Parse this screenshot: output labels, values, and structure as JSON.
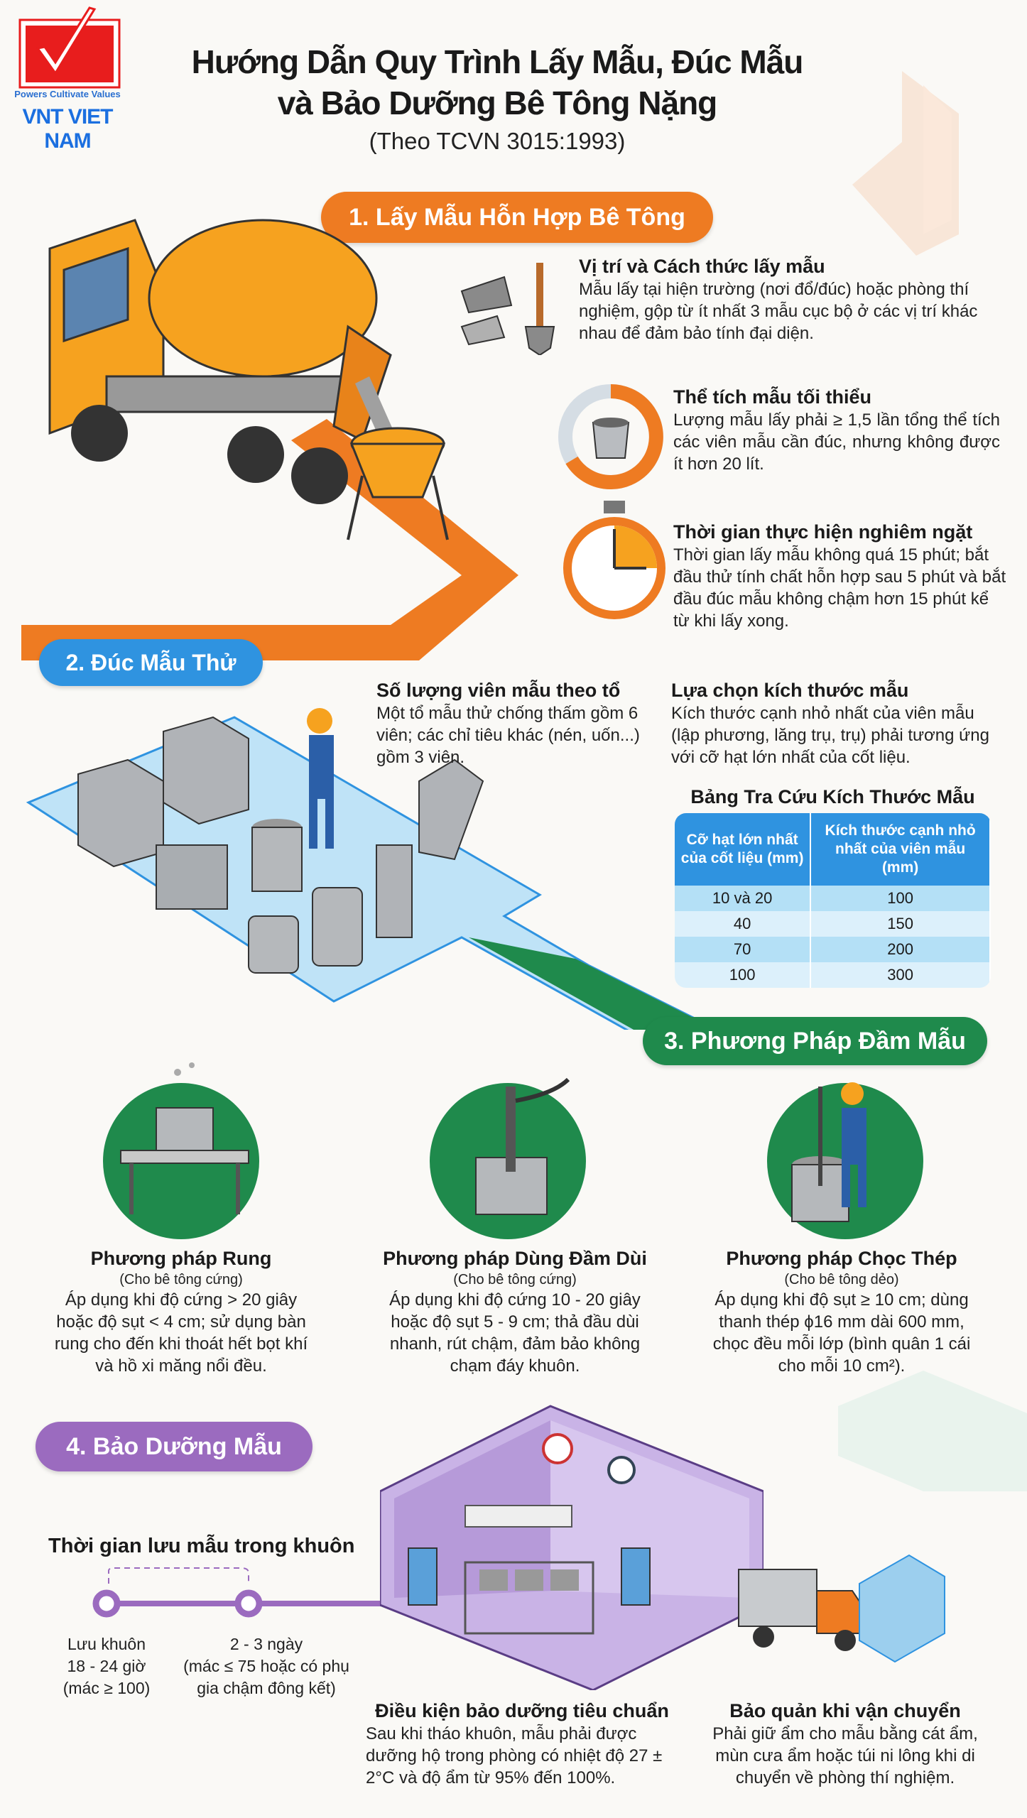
{
  "logo": {
    "tagline": "Powers Cultivate Values",
    "name": "VNT VIET NAM"
  },
  "header": {
    "title_line1": "Hướng Dẫn Quy Trình Lấy Mẫu, Đúc Mẫu",
    "title_line2": "và Bảo Dưỡng Bê Tông Nặng",
    "subtitle": "(Theo TCVN 3015:1993)"
  },
  "colors": {
    "orange": "#ee7b22",
    "blue": "#2f93e0",
    "green": "#1f8a4c",
    "purple": "#9b6bbf"
  },
  "section1": {
    "title": "1. Lấy Mẫu Hỗn Hợp Bê Tông",
    "items": [
      {
        "title": "Vị trí và Cách thức lấy mẫu",
        "body": "Mẫu lấy tại hiện trường (nơi đổ/đúc) hoặc phòng thí nghiệm, gộp từ ít nhất 3 mẫu cục bộ ở các vị trí khác nhau để đảm bảo tính đại diện."
      },
      {
        "title": "Thể tích mẫu tối thiểu",
        "body": "Lượng mẫu lấy phải ≥ 1,5 lần tổng thể tích các viên mẫu cần đúc, nhưng không được ít hơn 20 lít."
      },
      {
        "title": "Thời gian thực hiện nghiêm ngặt",
        "body": "Thời gian lấy mẫu không quá 15 phút; bắt đầu thử tính chất hỗn hợp sau 5 phút và bắt đầu đúc mẫu không chậm hơn 15 phút kể từ khi lấy xong."
      }
    ]
  },
  "section2": {
    "title": "2. Đúc Mẫu Thử",
    "items": [
      {
        "title": "Số lượng viên mẫu theo tổ",
        "body": "Một tổ mẫu thử chống thấm gồm 6 viên; các chỉ tiêu khác (nén, uốn...) gồm 3 viên."
      },
      {
        "title": "Lựa chọn kích thước mẫu",
        "body": "Kích thước cạnh nhỏ nhất của viên mẫu (lập phương, lăng trụ, trụ) phải tương ứng với cỡ hạt lớn nhất của cốt liệu."
      }
    ],
    "table": {
      "title": "Bảng Tra Cứu Kích Thước Mẫu",
      "headers": [
        "Cỡ hạt lớn nhất của cốt liệu (mm)",
        "Kích thước cạnh nhỏ nhất của viên mẫu (mm)"
      ],
      "rows": [
        [
          "10 và 20",
          "100"
        ],
        [
          "40",
          "150"
        ],
        [
          "70",
          "200"
        ],
        [
          "100",
          "300"
        ]
      ]
    }
  },
  "section3": {
    "title": "3. Phương Pháp Đầm Mẫu",
    "methods": [
      {
        "title": "Phương pháp Rung",
        "sub": "(Cho bê tông cứng)",
        "body": "Áp dụng khi độ cứng > 20 giây hoặc độ sụt < 4 cm; sử dụng bàn rung cho đến khi thoát hết bọt khí và hồ xi măng nổi đều."
      },
      {
        "title": "Phương pháp Dùng Đầm Dùi",
        "sub": "(Cho bê tông cứng)",
        "body": "Áp dụng khi độ cứng 10 - 20 giây hoặc độ sụt 5 - 9 cm; thả đầu dùi nhanh, rút chậm, đảm bảo không chạm đáy khuôn."
      },
      {
        "title": "Phương pháp Chọc Thép",
        "sub": "(Cho bê tông dẻo)",
        "body": "Áp dụng khi độ sụt ≥ 10 cm; dùng thanh thép ϕ16 mm dài 600 mm, chọc đều mỗi lớp (bình quân 1 cái cho mỗi 10 cm²)."
      }
    ]
  },
  "section4": {
    "title": "4. Bảo Dưỡng Mẫu",
    "timeline": {
      "title": "Thời gian lưu mẫu trong khuôn",
      "points": [
        {
          "label": "Lưu khuôn\n18 - 24 giờ\n(mác ≥ 100)"
        },
        {
          "label": "2 - 3 ngày\n(mác ≤ 75 hoặc có phụ gia chậm đông kết)"
        }
      ]
    },
    "items": [
      {
        "title": "Điều kiện bảo dưỡng tiêu chuẩn",
        "body": "Sau khi tháo khuôn, mẫu phải được dưỡng hộ trong phòng có nhiệt độ 27 ± 2°C và độ ẩm từ 95% đến 100%."
      },
      {
        "title": "Bảo quản khi vận chuyển",
        "body": "Phải giữ ẩm cho mẫu bằng cát ẩm, mùn cưa ẩm hoặc túi ni lông khi di chuyển về phòng thí nghiệm."
      }
    ]
  }
}
